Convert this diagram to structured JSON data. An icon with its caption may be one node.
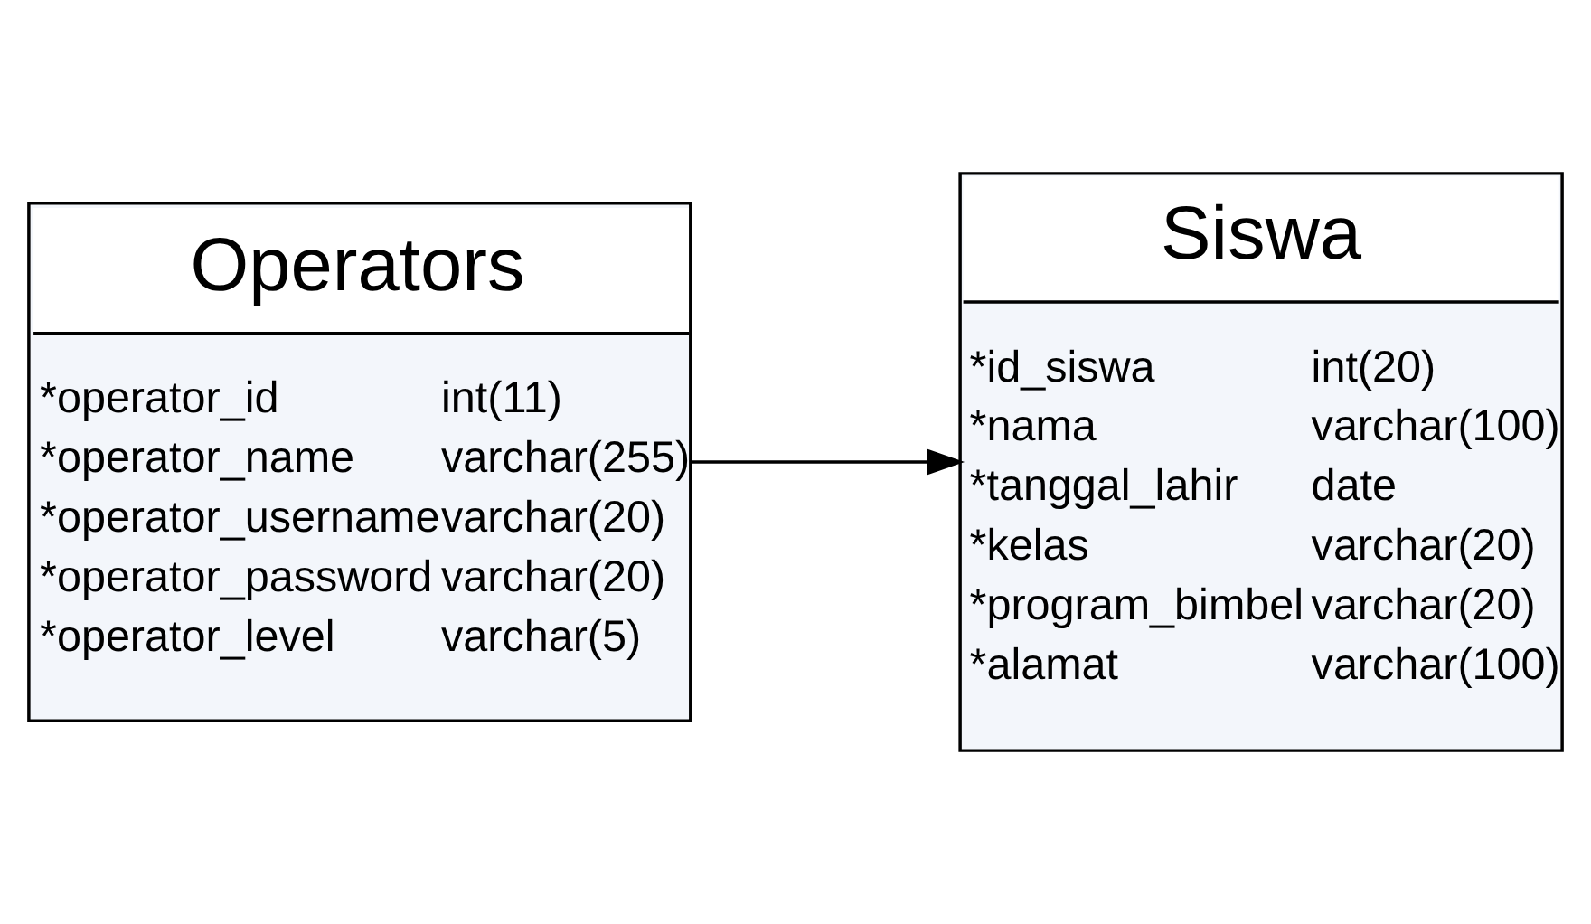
{
  "diagram": {
    "nodes": [
      {
        "text": [
          "Operators",
          "*operator_id",
          "int(11)",
          "*operator_name",
          "varchar(255)",
          "*operator_username",
          "varchar(20)",
          "*operator_password",
          "varchar(20)",
          "*operator_level",
          "varchar(5)"
        ]
      },
      {
        "text": [
          "Siswa",
          "*id_siswa",
          "int(20)",
          "*nama",
          "varchar(100)",
          "*tanggal_lahir",
          "date",
          "*kelas",
          "varchar(20)",
          "*program_bimbel",
          "varchar(20)",
          "*alamat",
          "varchar(100)"
        ]
      }
    ],
    "edges": [
      {
        "from": 0,
        "to": 1,
        "arrow": "to"
      }
    ]
  }
}
